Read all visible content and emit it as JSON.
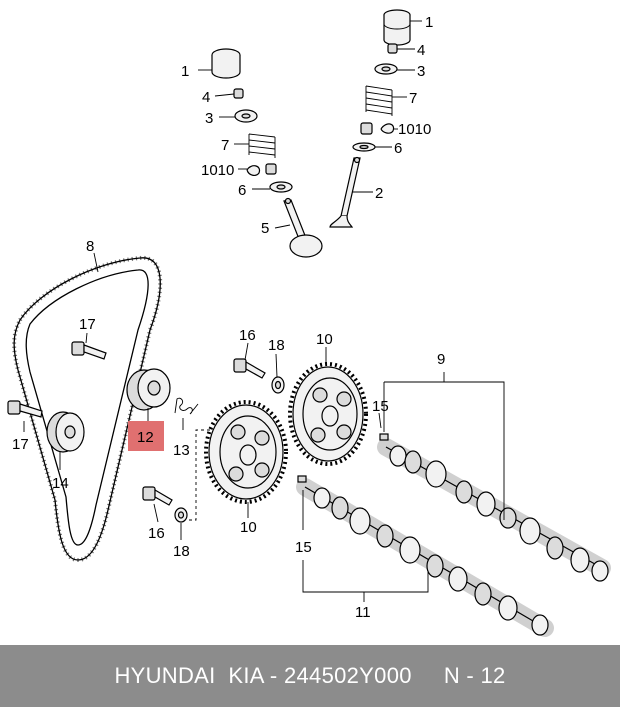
{
  "callouts": {
    "c1a": "1",
    "c4a": "4",
    "c3a": "3",
    "c7a": "7",
    "c1010a": "1010",
    "c6a": "6",
    "c2": "2",
    "c1b": "1",
    "c4b": "4",
    "c3b": "3",
    "c7b": "7",
    "c1010b": "1010",
    "c6b": "6",
    "c5": "5",
    "c8": "8",
    "c17a": "17",
    "c17b": "17",
    "c14": "14",
    "c12": "12",
    "c13": "13",
    "c16a": "16",
    "c18a": "18",
    "c10a": "10",
    "c9": "9",
    "c15a": "15",
    "c10b": "10",
    "c16b": "16",
    "c18b": "18",
    "c15b": "15",
    "c11": "11"
  },
  "highlight_color": "#e07070",
  "footer": {
    "text": "HYUNDAI  KIA - 244502Y000     N - 12"
  }
}
